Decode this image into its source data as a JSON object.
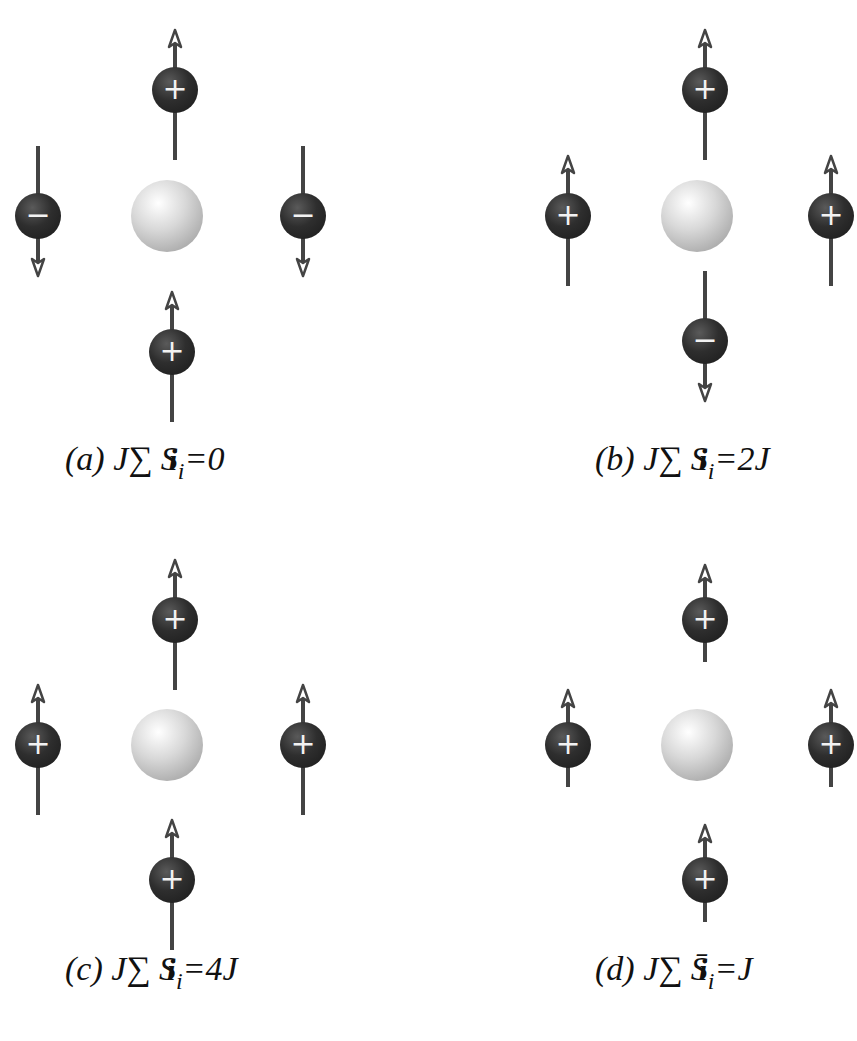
{
  "diagram": {
    "nodes": [
      {
        "text": [
          "+"
        ]
      },
      {
        "text": [
          "−"
        ]
      },
      {
        "text": [
          "−"
        ]
      },
      {
        "text": [
          "+"
        ]
      },
      {
        "text": [
          "+"
        ]
      },
      {
        "text": [
          "+"
        ]
      },
      {
        "text": [
          "+"
        ]
      },
      {
        "text": [
          "−"
        ]
      },
      {
        "text": [
          "+"
        ]
      },
      {
        "text": [
          "+"
        ]
      },
      {
        "text": [
          "+"
        ]
      },
      {
        "text": [
          "+"
        ]
      },
      {
        "text": [
          "+"
        ]
      },
      {
        "text": [
          "+"
        ]
      },
      {
        "text": [
          "+"
        ]
      },
      {
        "text": [
          "+"
        ]
      }
    ],
    "labels": [
      "(a) J",
      "∑",
      "i",
      "S",
      "i",
      "=0",
      "(b) J",
      "∑",
      "i",
      "S",
      "i",
      "=2J",
      "(c) J",
      "∑",
      "i",
      "S",
      "i",
      "=4J",
      "(d) J",
      "∑",
      "i",
      "S̄",
      "i",
      "=J"
    ]
  }
}
